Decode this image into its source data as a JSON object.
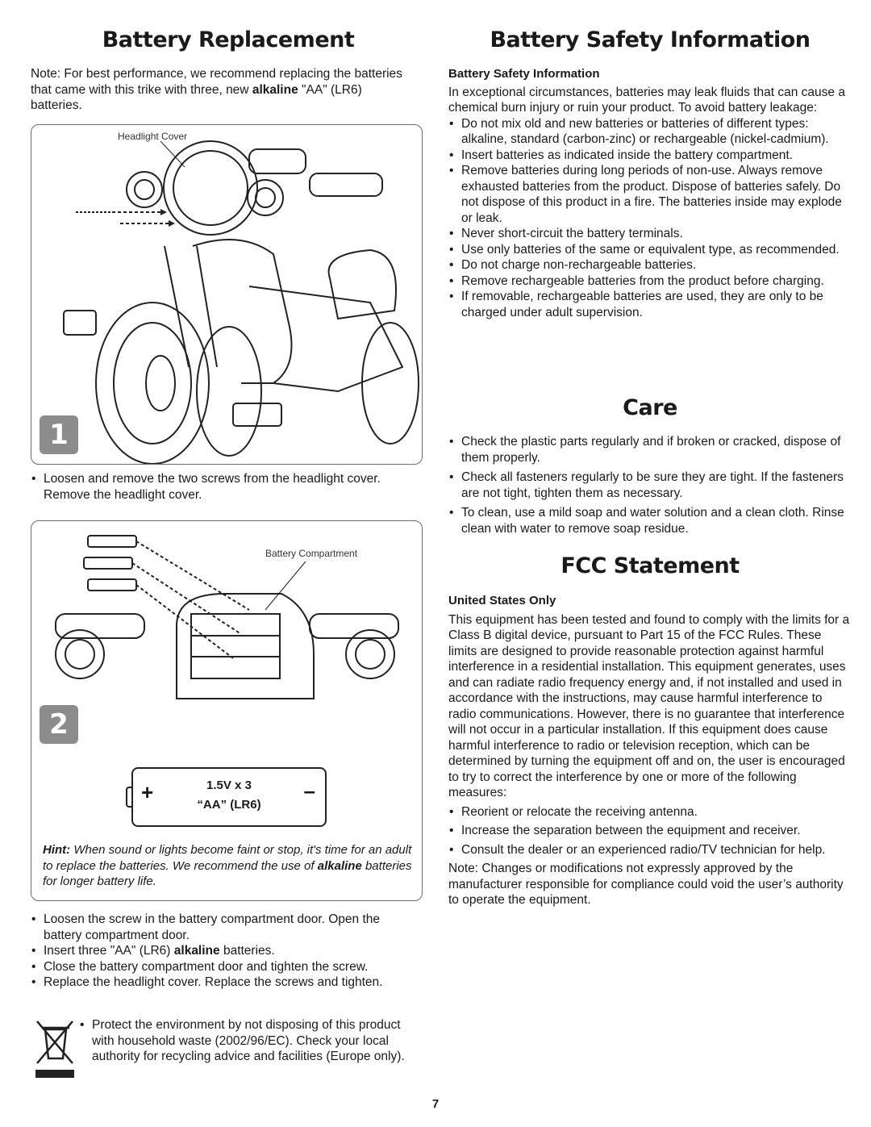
{
  "left": {
    "title": "Battery Replacement",
    "note_prefix": "Note: For best performance, we recommend replacing the batteries that came with this trike with three, new",
    "note_bold": "alkaline",
    "note_suffix": "\"AA\" (LR6) batteries.",
    "fig1": {
      "label": "Headlight Cover",
      "step": "1"
    },
    "step1_bullet": "Loosen and remove the two screws from the headlight cover. Remove the headlight cover.",
    "fig2": {
      "label": "Battery Compartment",
      "step": "2",
      "battery_line1": "1.5V x 3",
      "battery_line2": "“AA” (LR6)",
      "plus": "+",
      "minus": "–",
      "hint_label": "Hint:",
      "hint_text1": "When sound or lights become faint or stop, it's time for an adult to replace the batteries. We recommend the use of",
      "hint_bold": "alkaline",
      "hint_text2": "batteries for longer battery life."
    },
    "steps2": {
      "b1": "Loosen the screw in the battery compartment door. Open the battery compartment door.",
      "b2_pre": "Insert three \"AA\" (LR6)",
      "b2_bold": "alkaline",
      "b2_post": "batteries.",
      "b3": "Close the battery compartment door and tighten the screw.",
      "b4": "Replace the headlight cover. Replace the screws and tighten."
    },
    "weee_text": "Protect the environment by not disposing of this product with household waste (2002/96/EC). Check your local authority for  recycling advice and facilities (Europe only)."
  },
  "right": {
    "title": "Battery Safety Information",
    "subtitle": "Battery Safety Information",
    "intro": "In exceptional circumstances, batteries may leak fluids that can cause a chemical burn injury or ruin your product. To avoid battery leakage:",
    "bullets": [
      "Do not mix old and new batteries or batteries of different types: alkaline, standard (carbon-zinc) or rechargeable (nickel-cadmium).",
      "Insert batteries as indicated inside the battery compartment.",
      "Remove batteries during long periods of non-use. Always remove exhausted batteries from the product. Dispose of batteries safely. Do not dispose of this product in a fire. The batteries inside may explode or leak.",
      "Never short-circuit the battery terminals.",
      "Use only batteries of the same or equivalent type, as recommended.",
      "Do not charge non-rechargeable batteries.",
      "Remove rechargeable batteries from the product before charging.",
      "If removable, rechargeable batteries are used, they are only to be charged under adult supervision."
    ],
    "care_title": "Care",
    "care_bullets": [
      "Check the plastic parts regularly and if broken or cracked, dispose of them properly.",
      "Check all fasteners regularly to be sure they are tight. If the fasteners are not tight, tighten them as necessary.",
      "To clean, use a mild soap and water solution and a clean cloth. Rinse clean with water to remove soap residue."
    ],
    "fcc_title": "FCC Statement",
    "fcc_subtitle": "United States Only",
    "fcc_text": "This equipment has been tested and found to comply with the limits for a Class B digital device, pursuant to Part 15 of the FCC Rules. These limits are designed to provide reasonable protection against harmful interference in a residential installation. This equipment generates, uses and can radiate radio frequency energy and, if not installed and used in accordance with the instructions, may cause harmful interference to radio communications. However, there is no guarantee that interference will not occur in a particular installation. If this equipment does cause harmful interference to radio or television reception, which can be determined by turning the equipment off and on, the user is encouraged to try to correct the interference by one or more of the following measures:",
    "fcc_bullets": [
      "Reorient or relocate the receiving antenna.",
      "Increase the separation between the equipment and receiver.",
      "Consult the dealer or an experienced radio/TV technician for help."
    ],
    "fcc_note": "Note: Changes or modifications not expressly approved by the manufacturer responsible for compliance could void the user’s authority to operate the equipment."
  },
  "page_number": "7",
  "icons": [
    "trike-illustration",
    "battery-compartment-illustration",
    "battery-icon",
    "crossed-out-bin-icon"
  ]
}
